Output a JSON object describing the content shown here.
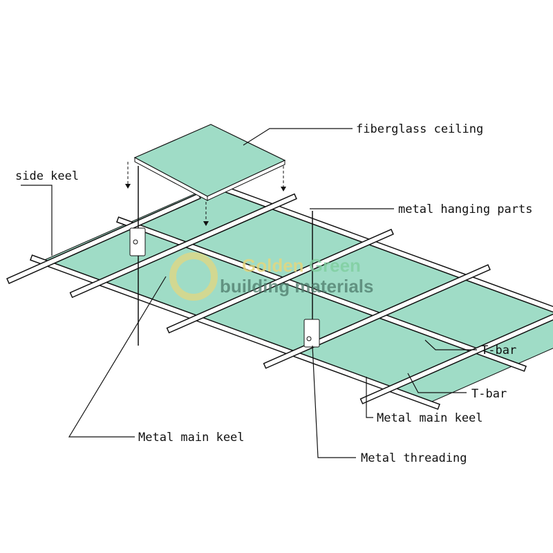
{
  "labels": {
    "fiberglass_ceiling": "fiberglass ceiling",
    "side_keel": "side keel",
    "metal_hanging_parts": "metal hanging parts",
    "t_bar_1": "T-bar",
    "t_bar_2": "T-bar",
    "metal_main_keel_right": "Metal main keel",
    "metal_main_keel_left": "Metal main keel",
    "metal_threading": "Metal threading"
  },
  "watermark": {
    "line1a": "Golden ",
    "line1b": "Green",
    "line2": "building materials"
  },
  "colors": {
    "panel": "#9fdcc6",
    "line": "#111111",
    "wm_gold": "#e8d67a",
    "wm_green": "#7fcf9f"
  }
}
